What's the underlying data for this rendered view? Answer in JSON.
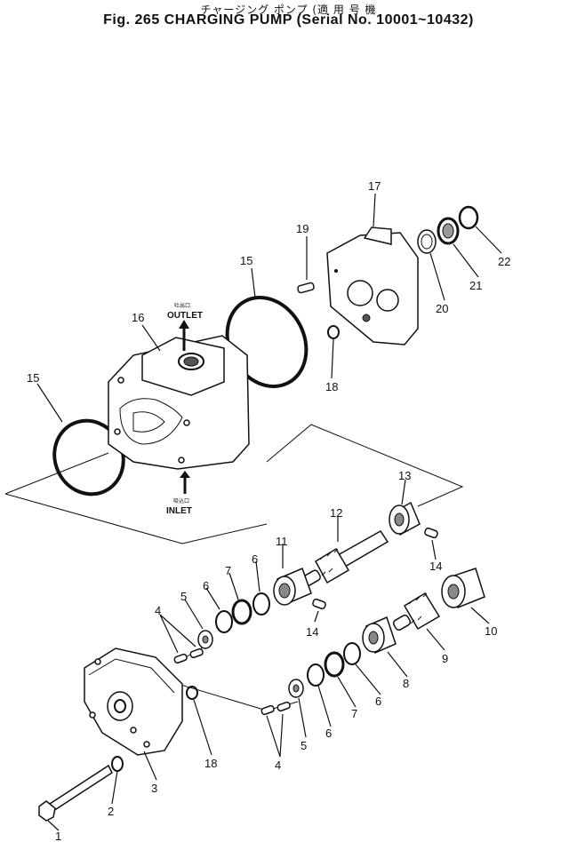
{
  "header": {
    "title_jp": "チャージング ポンプ (適 用 号 機",
    "title_en": "Fig. 265 CHARGING PUMP (Serial No. 10001~10432)"
  },
  "diagram": {
    "outlet": {
      "jp": "吐出口",
      "en": "OUTLET"
    },
    "inlet": {
      "jp": "吸込口",
      "en": "INLET"
    },
    "callouts": [
      {
        "id": "c1",
        "text": "1"
      },
      {
        "id": "c2",
        "text": "2"
      },
      {
        "id": "c3",
        "text": "3"
      },
      {
        "id": "c4a",
        "text": "4"
      },
      {
        "id": "c4b",
        "text": "4"
      },
      {
        "id": "c5a",
        "text": "5"
      },
      {
        "id": "c5b",
        "text": "5"
      },
      {
        "id": "c6a",
        "text": "6"
      },
      {
        "id": "c6b",
        "text": "6"
      },
      {
        "id": "c6c",
        "text": "6"
      },
      {
        "id": "c6d",
        "text": "6"
      },
      {
        "id": "c7a",
        "text": "7"
      },
      {
        "id": "c7b",
        "text": "7"
      },
      {
        "id": "c8",
        "text": "8"
      },
      {
        "id": "c9",
        "text": "9"
      },
      {
        "id": "c10",
        "text": "10"
      },
      {
        "id": "c11",
        "text": "11"
      },
      {
        "id": "c12",
        "text": "12"
      },
      {
        "id": "c13",
        "text": "13"
      },
      {
        "id": "c14a",
        "text": "14"
      },
      {
        "id": "c14b",
        "text": "14"
      },
      {
        "id": "c15a",
        "text": "15"
      },
      {
        "id": "c15b",
        "text": "15"
      },
      {
        "id": "c16",
        "text": "16"
      },
      {
        "id": "c17",
        "text": "17"
      },
      {
        "id": "c18a",
        "text": "18"
      },
      {
        "id": "c18b",
        "text": "18"
      },
      {
        "id": "c19",
        "text": "19"
      },
      {
        "id": "c20",
        "text": "20"
      },
      {
        "id": "c21",
        "text": "21"
      },
      {
        "id": "c22",
        "text": "22"
      }
    ]
  }
}
